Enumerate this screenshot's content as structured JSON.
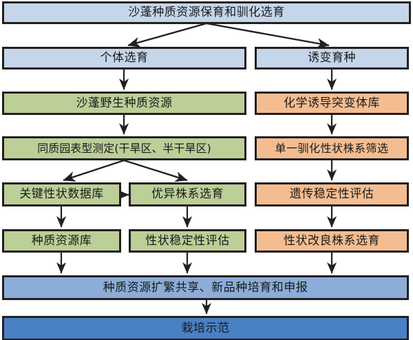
{
  "diagram": {
    "title_node": {
      "label": "沙蓬种质资源保育和驯化选育",
      "color": "#c5d5ea"
    },
    "branches": [
      {
        "label": "个体选育",
        "color": "#c5d5ea"
      },
      {
        "label": "诱变育种",
        "color": "#c5d5ea"
      }
    ],
    "left_column": [
      {
        "label": "沙蓬野生种质资源",
        "color": "#bccf97"
      },
      {
        "label": "同质园表型测定(干旱区、半干旱区)",
        "color": "#bccf97"
      },
      {
        "label": "关键性状数据库",
        "color": "#bccf97"
      },
      {
        "label": "优异株系选育",
        "color": "#bccf97"
      },
      {
        "label": "种质资源库",
        "color": "#bccf97"
      },
      {
        "label": "性状稳定性评估",
        "color": "#bccf97"
      }
    ],
    "right_column": [
      {
        "label": "化学诱导突变体库",
        "color": "#f4bd91"
      },
      {
        "label": "单一驯化性状株系筛选",
        "color": "#f4bd91"
      },
      {
        "label": "遗传稳定性评估",
        "color": "#f4bd91"
      },
      {
        "label": "性状改良株系选育",
        "color": "#f4bd91"
      }
    ],
    "outputs": [
      {
        "label": "种质资源扩繁共享、新品种培育和申报",
        "color": "#8cadd8"
      },
      {
        "label": "栽培示范",
        "color": "#4a80c4"
      }
    ],
    "palette": {
      "border": "#231f20",
      "background": "#ffffff",
      "arrow": "#231f20",
      "blue_light": "#c5d5ea",
      "green": "#bccf97",
      "orange": "#f4bd91",
      "blue_mid": "#8cadd8",
      "blue_dark": "#4a80c4"
    }
  }
}
